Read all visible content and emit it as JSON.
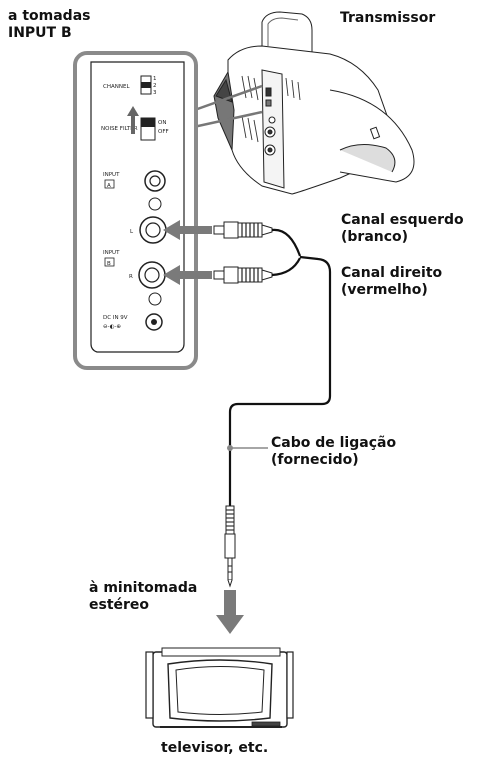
{
  "labels": {
    "input_b": [
      "a tomadas",
      "INPUT B"
    ],
    "transmitter": "Transmissor",
    "left_channel": [
      "Canal esquerdo",
      "(branco)"
    ],
    "right_channel": [
      "Canal direito",
      "(vermelho)"
    ],
    "cable": [
      "Cabo de ligação",
      "(fornecido)"
    ],
    "mini_jack": [
      "à minitomada",
      "estéreo"
    ],
    "tv": "televisor, etc."
  },
  "panel": {
    "channel": "CHANNEL",
    "channel_options": [
      "1",
      "2",
      "3"
    ],
    "noise_filter": "NOISE FILTER",
    "noise_options": [
      "ON",
      "OFF"
    ],
    "input_label": "INPUT",
    "input_a": "A",
    "input_b": "B",
    "jack_left": "L",
    "jack_right": "R",
    "dc_in": "DC IN 9V"
  }
}
